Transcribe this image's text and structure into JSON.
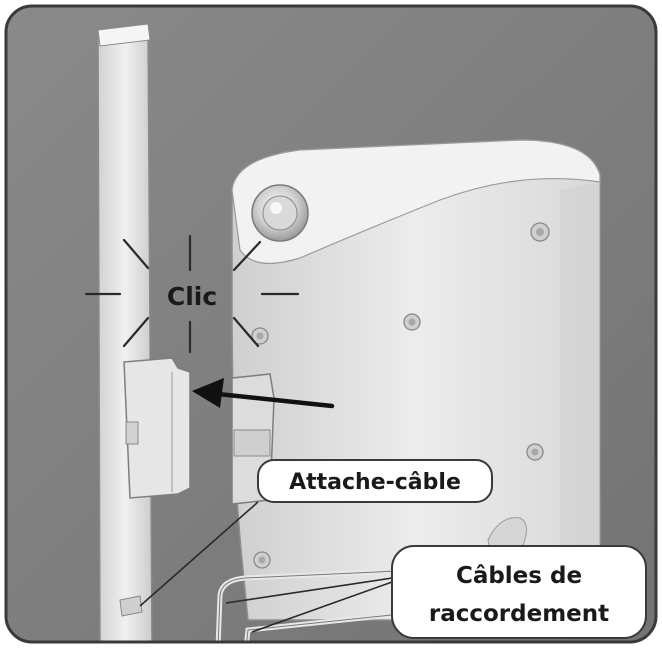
{
  "labels": {
    "clic": "Clic",
    "attache": "Attache-câble",
    "cables_line1": "Câbles de",
    "cables_line2": "raccordement"
  },
  "colors": {
    "background": "#808080",
    "frame": "#3a3a3a",
    "device_body": "#e4e4e4",
    "device_shadow": "#bdbdbd",
    "label_fill": "#ffffff",
    "ink": "#1a1a1a"
  },
  "icons": {
    "click_burst": "click-burst-icon",
    "arrow": "arrow-left-icon",
    "screw": "screw-icon"
  }
}
